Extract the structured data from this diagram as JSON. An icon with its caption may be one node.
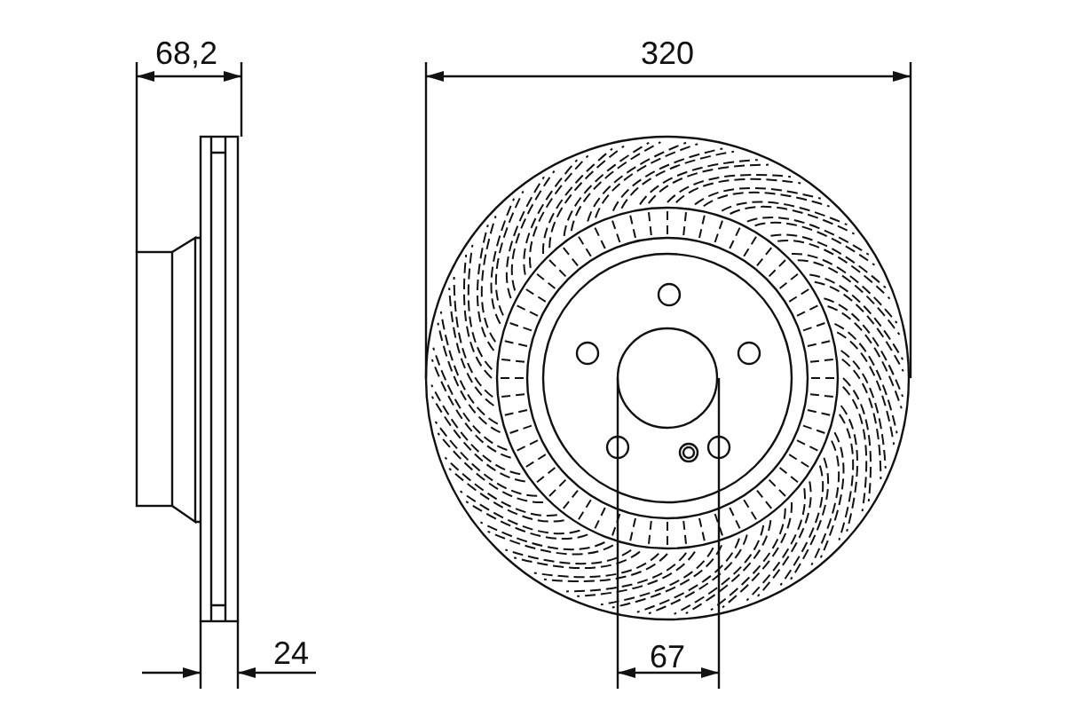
{
  "diagram": {
    "labels": [
      "68,2",
      "320",
      "24",
      "67"
    ]
  }
}
